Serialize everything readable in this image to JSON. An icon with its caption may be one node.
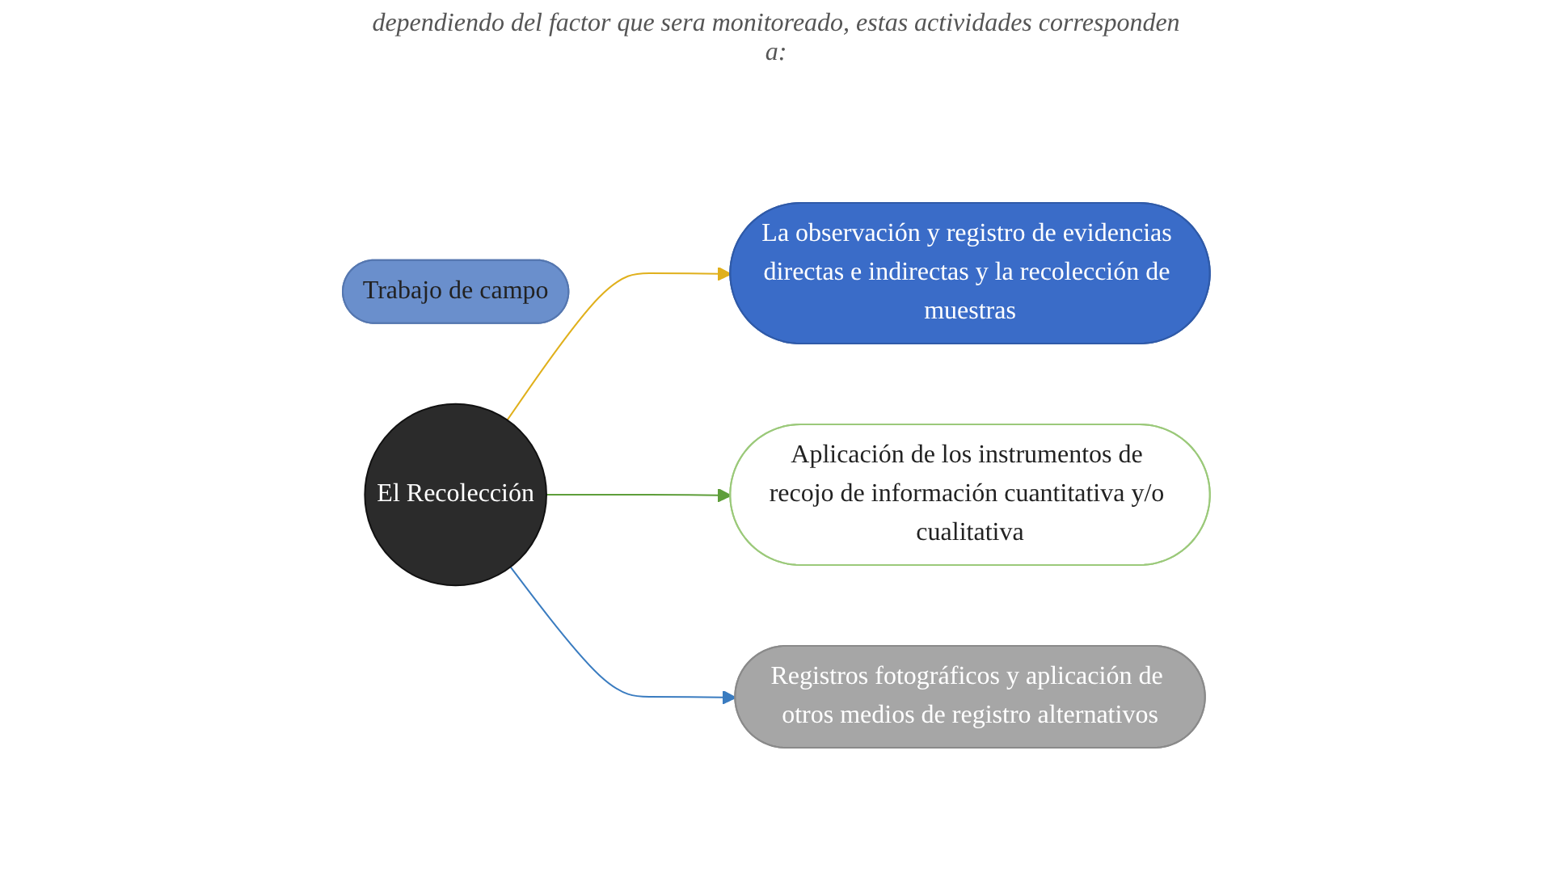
{
  "diagram": {
    "nodes": [
      {
        "text": [
          "Trabajo de campo"
        ]
      },
      {
        "text": [
          "El Recolección"
        ]
      },
      {
        "text": [
          "La observación y registro de evidencias directas e indirectas y la recolección de muestras"
        ]
      },
      {
        "text": [
          "Aplicación de los instrumentos de recojo de información cuantitativa y/o cualitativa"
        ]
      },
      {
        "text": [
          "Registros fotográficos y aplicación de otros medios de registro alternativos"
        ]
      }
    ],
    "edges": [
      {
        "from": 1,
        "to": 2,
        "arrow": "to",
        "color": "#e0b01c"
      },
      {
        "from": 1,
        "to": 3,
        "arrow": "to",
        "color": "#5e9e3a"
      },
      {
        "from": 1,
        "to": 4,
        "arrow": "to",
        "color": "#3a7cc0"
      }
    ],
    "labels": [
      "dependiendo del factor que sera monitoreado, estas actividades corresponden a:"
    ]
  }
}
